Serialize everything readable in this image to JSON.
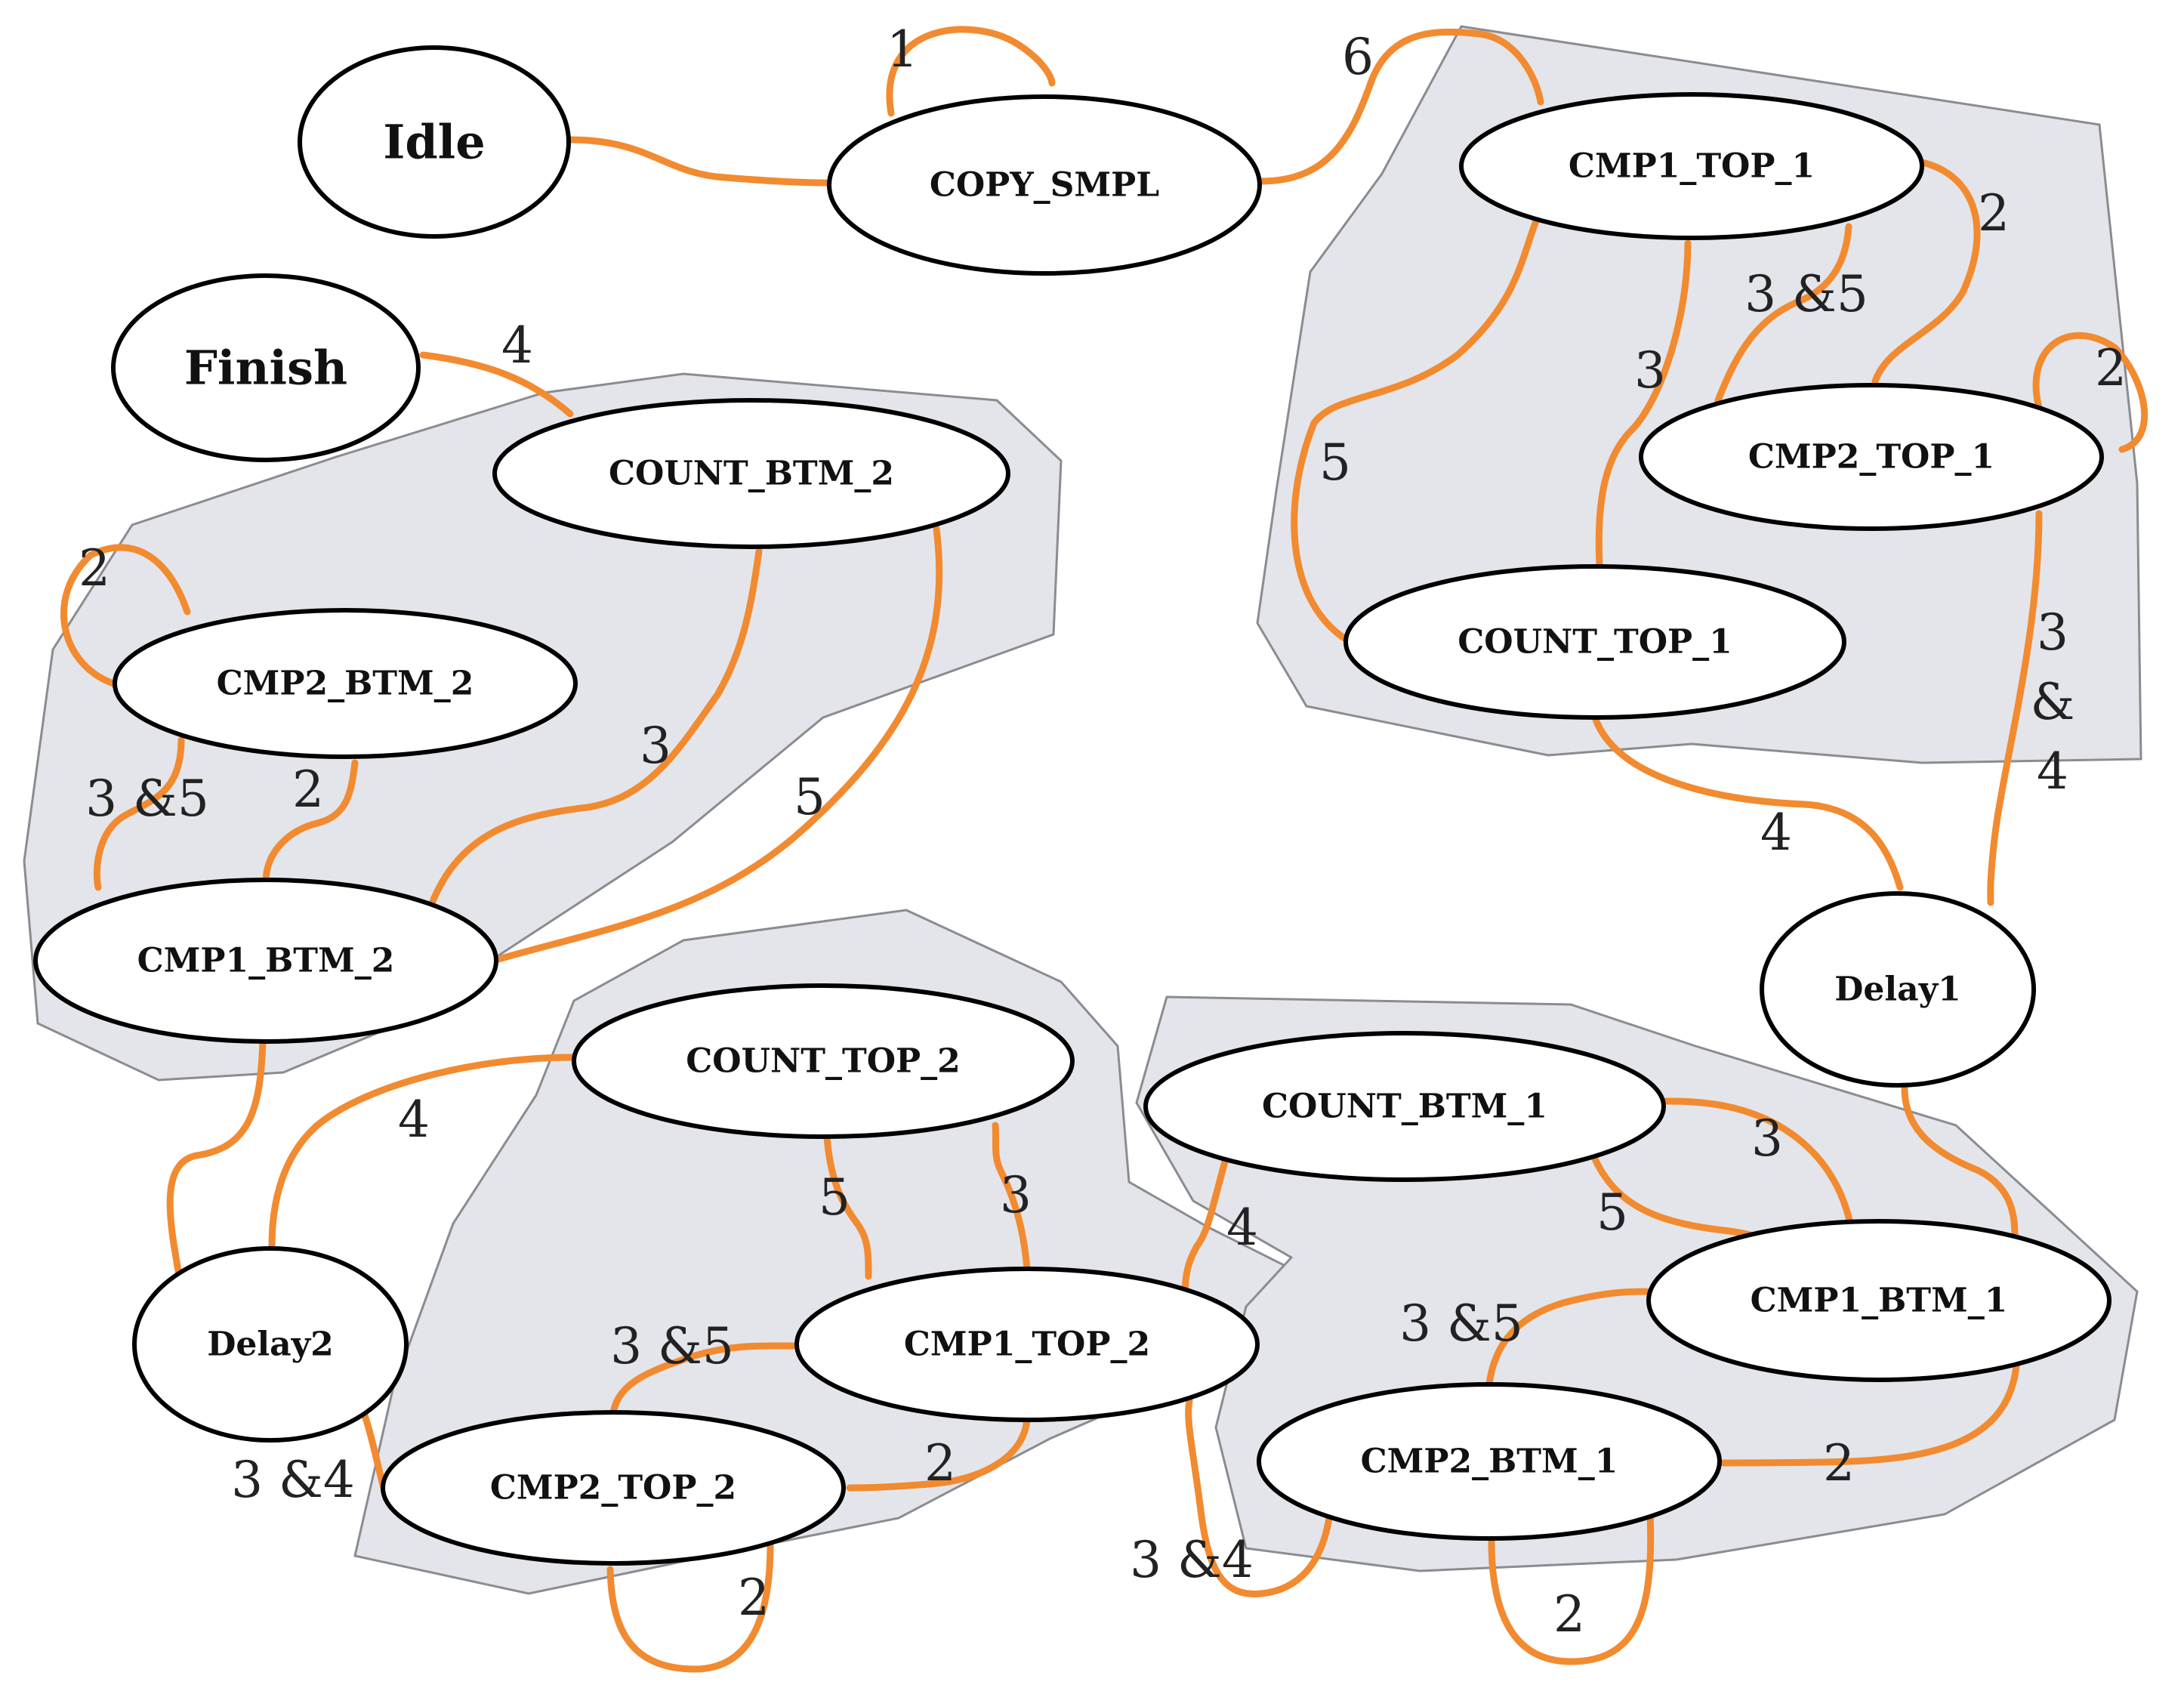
{
  "diagram": {
    "type": "state-machine",
    "colors": {
      "edge": "#F28A30",
      "region_fill": "#E3E5EA",
      "region_stroke": "#8A8C92",
      "node_fill": "#FFFFFF",
      "node_stroke": "#000000"
    },
    "states": [
      {
        "id": "idle",
        "label": "Idle"
      },
      {
        "id": "copy_smpl",
        "label": "COPY_SMPL"
      },
      {
        "id": "finish",
        "label": "Finish"
      },
      {
        "id": "cmp1_top_1",
        "label": "CMP1_TOP_1"
      },
      {
        "id": "cmp2_top_1",
        "label": "CMP2_TOP_1"
      },
      {
        "id": "count_top_1",
        "label": "COUNT_TOP_1"
      },
      {
        "id": "count_btm_2",
        "label": "COUNT_BTM_2"
      },
      {
        "id": "cmp2_btm_2",
        "label": "CMP2_BTM_2"
      },
      {
        "id": "cmp1_btm_2",
        "label": "CMP1_BTM_2"
      },
      {
        "id": "delay1",
        "label": "Delay1"
      },
      {
        "id": "count_top_2",
        "label": "COUNT_TOP_2"
      },
      {
        "id": "cmp1_top_2",
        "label": "CMP1_TOP_2"
      },
      {
        "id": "cmp2_top_2",
        "label": "CMP2_TOP_2"
      },
      {
        "id": "delay2",
        "label": "Delay2"
      },
      {
        "id": "count_btm_1",
        "label": "COUNT_BTM_1"
      },
      {
        "id": "cmp1_btm_1",
        "label": "CMP1_BTM_1"
      },
      {
        "id": "cmp2_btm_1",
        "label": "CMP2_BTM_1"
      }
    ],
    "transitions": [
      {
        "id": "t01",
        "from": "copy_smpl",
        "to": "copy_smpl",
        "label": "1"
      },
      {
        "id": "t02",
        "from": "idle",
        "to": "copy_smpl",
        "label": ""
      },
      {
        "id": "t03",
        "from": "copy_smpl",
        "to": "cmp1_top_1",
        "label": "6"
      },
      {
        "id": "t04",
        "from": "cmp1_top_1",
        "to": "cmp2_top_1",
        "label": "2"
      },
      {
        "id": "t05",
        "from": "cmp2_top_1",
        "to": "cmp1_top_1",
        "label": "3 &5"
      },
      {
        "id": "t06",
        "from": "cmp2_top_1",
        "to": "cmp2_top_1",
        "label": "2"
      },
      {
        "id": "t07",
        "from": "cmp1_top_1",
        "to": "count_top_1",
        "label": "3"
      },
      {
        "id": "t08",
        "from": "count_top_1",
        "to": "cmp1_top_1",
        "label": "5"
      },
      {
        "id": "t09",
        "from": "cmp2_top_1",
        "to": "delay1",
        "label": "3\n&\n4"
      },
      {
        "id": "t10",
        "from": "count_top_1",
        "to": "delay1",
        "label": "4"
      },
      {
        "id": "t11",
        "from": "count_btm_2",
        "to": "finish",
        "label": "4"
      },
      {
        "id": "t12",
        "from": "cmp2_btm_2",
        "to": "cmp2_btm_2",
        "label": "2"
      },
      {
        "id": "t13",
        "from": "cmp2_btm_2",
        "to": "cmp1_btm_2",
        "label": "3 &5"
      },
      {
        "id": "t14",
        "from": "cmp1_btm_2",
        "to": "cmp2_btm_2",
        "label": "2"
      },
      {
        "id": "t15",
        "from": "cmp1_btm_2",
        "to": "count_btm_2",
        "label": "3"
      },
      {
        "id": "t16",
        "from": "count_btm_2",
        "to": "cmp1_btm_2",
        "label": "5"
      },
      {
        "id": "t17",
        "from": "delay2",
        "to": "cmp1_btm_2",
        "label": ""
      },
      {
        "id": "t18",
        "from": "count_top_2",
        "to": "delay2",
        "label": "4"
      },
      {
        "id": "t19",
        "from": "count_top_2",
        "to": "cmp1_top_2",
        "label": "5"
      },
      {
        "id": "t20",
        "from": "cmp1_top_2",
        "to": "count_top_2",
        "label": "3"
      },
      {
        "id": "t21",
        "from": "cmp2_top_2",
        "to": "cmp1_top_2",
        "label": "3 &5"
      },
      {
        "id": "t22",
        "from": "cmp1_top_2",
        "to": "cmp2_top_2",
        "label": "2"
      },
      {
        "id": "t23",
        "from": "cmp2_top_2",
        "to": "cmp2_top_2",
        "label": "2"
      },
      {
        "id": "t24",
        "from": "cmp2_top_2",
        "to": "delay2",
        "label": "3 &4"
      },
      {
        "id": "t25",
        "from": "delay1",
        "to": "cmp1_btm_1",
        "label": ""
      },
      {
        "id": "t26",
        "from": "cmp1_btm_1",
        "to": "count_btm_1",
        "label": "3"
      },
      {
        "id": "t27",
        "from": "count_btm_1",
        "to": "cmp1_btm_1",
        "label": "5"
      },
      {
        "id": "t28",
        "from": "count_btm_1",
        "to": "cmp1_top_2",
        "label": "4"
      },
      {
        "id": "t29",
        "from": "cmp2_btm_1",
        "to": "cmp1_btm_1",
        "label": "3 &5"
      },
      {
        "id": "t30",
        "from": "cmp1_btm_1",
        "to": "cmp2_btm_1",
        "label": "2"
      },
      {
        "id": "t31",
        "from": "cmp2_btm_1",
        "to": "cmp2_btm_1",
        "label": "2"
      },
      {
        "id": "t32",
        "from": "cmp2_btm_1",
        "to": "cmp1_top_2",
        "label": "3 &4"
      }
    ]
  }
}
